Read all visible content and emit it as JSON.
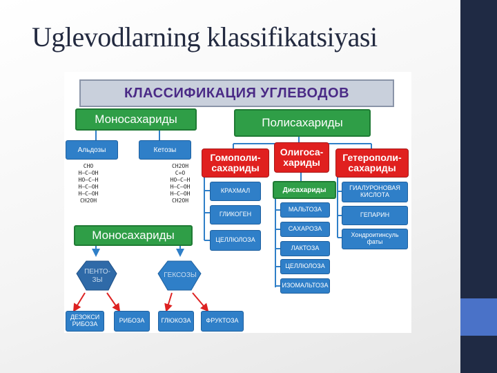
{
  "slide": {
    "title": "Uglevodlarning klassifikatsiyasi",
    "colors": {
      "sidebar": "#1f2a44",
      "accent": "#4a72c8",
      "green": "#2f9e47",
      "blue": "#2f7fc8",
      "red": "#e0201f"
    }
  },
  "diagram": {
    "title": "КЛАССИФИКАЦИЯ  УГЛЕВОДОВ",
    "monosaccharides": "Моносахариды",
    "polysaccharides": "Полисахариды",
    "aldoses": "Альдозы",
    "ketoses": "Кетозы",
    "homopoly": "Гомополи-\nсахариды",
    "oligo": "Олигоса-\nхариды",
    "heteropoly": "Гетерополи-\nсахариды",
    "aldose_formula": "CHO\nH–C–OH\nHO–C–H\nH–C–OH\nH–C–OH\nCH2OH",
    "ketose_formula": "CH2OH\nC=O\nHO–C–H\nH–C–OH\nH–C–OH\nCH2OH",
    "homo_items": [
      "КРАХМАЛ",
      "ГЛИКОГЕН",
      "ЦЕЛЛЮЛОЗА"
    ],
    "disaccharides": "Дисахариды",
    "di_items": [
      "МАЛЬТОЗА",
      "САХАРОЗА",
      "ЛАКТОЗА",
      "ЦЕЛЛЮЛОЗА",
      "ИЗОМАЛЬТОЗА"
    ],
    "hetero_items": [
      "ГИАЛУРОНОВАЯ\nКИСЛОТА",
      "ГЕПАРИН",
      "Хондроитинсуль\nфаты"
    ],
    "monosaccharides2": "Моносахариды",
    "pentoses": "ПЕНТО-\nЗЫ",
    "hexoses": "ГЕКСОЗЫ",
    "bottom_items": [
      "ДЕЗОКСИ\nРИБОЗА",
      "РИБОЗА",
      "ГЛЮКОЗА",
      "ФРУКТОЗА"
    ]
  }
}
